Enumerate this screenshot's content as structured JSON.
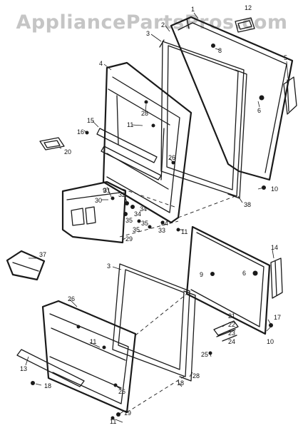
{
  "watermark": "AppliancePartsPros.com",
  "callouts": [
    "1",
    "2",
    "3",
    "4",
    "5",
    "6",
    "8",
    "9",
    "10",
    "11",
    "12",
    "13",
    "14",
    "15",
    "16",
    "17",
    "18",
    "19",
    "20",
    "21",
    "22",
    "23",
    "24",
    "25",
    "26",
    "28",
    "29",
    "30",
    "31",
    "32",
    "33",
    "34",
    "35",
    "37",
    "38"
  ]
}
